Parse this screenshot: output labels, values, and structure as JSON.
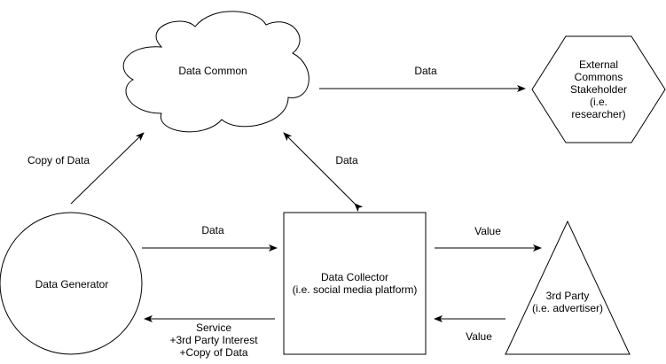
{
  "nodes": {
    "data_common": "Data Common",
    "external_stakeholder": "External Commons\nStakeholder\n(i.e. researcher)",
    "data_generator": "Data Generator",
    "data_collector": "Data Collector\n(i.e. social media platform)",
    "third_party": "3rd Party\n(i.e. advertiser)"
  },
  "edges": {
    "common_to_stakeholder": "Data",
    "generator_to_common": "Copy of Data",
    "collector_common": "Data",
    "generator_to_collector": "Data",
    "collector_to_generator": "Service\n+3rd Party Interest\n+Copy of Data",
    "collector_to_third_party": "Value",
    "third_party_to_collector": "Value"
  }
}
